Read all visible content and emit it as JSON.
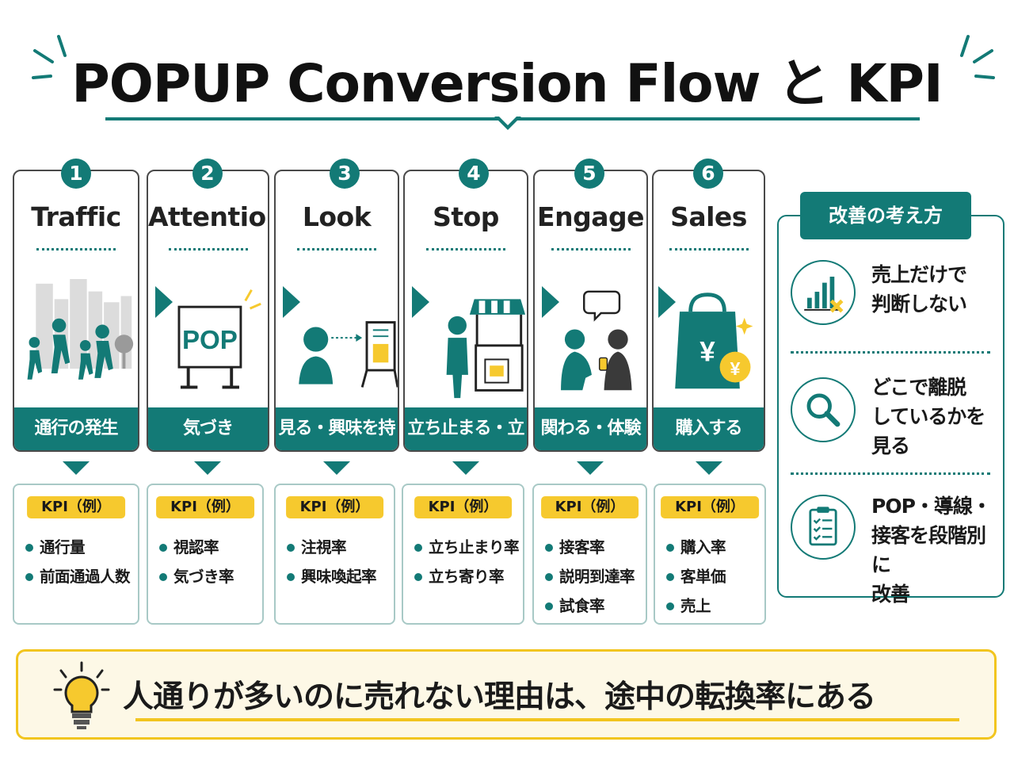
{
  "title": "POPUP Conversion Flow と KPI",
  "colors": {
    "teal": "#137a76",
    "yellow": "#f6c92e",
    "cream": "#fdf8e6"
  },
  "stages": [
    {
      "num": "1",
      "label": "Traffic",
      "band": "通行の発生",
      "icon": "pedestrians-city-icon"
    },
    {
      "num": "2",
      "label": "Attention",
      "band": "気づき",
      "sign": "POP",
      "icon": "pop-sign-icon"
    },
    {
      "num": "3",
      "label": "Look",
      "band": "見る・興味を持つ",
      "icon": "person-looking-icon"
    },
    {
      "num": "4",
      "label": "Stop",
      "band": "立ち止まる・立ち寄る",
      "icon": "stall-stop-icon"
    },
    {
      "num": "5",
      "label": "Engage",
      "band": "関わる・体験する",
      "icon": "staff-engage-icon"
    },
    {
      "num": "6",
      "label": "Sales",
      "band": "購入する",
      "icon": "shopping-bag-yen-icon"
    }
  ],
  "kpi_label": "KPI（例）",
  "kpis": [
    [
      "通行量",
      "前面通過人数"
    ],
    [
      "視認率",
      "気づき率"
    ],
    [
      "注視率",
      "興味喚起率"
    ],
    [
      "立ち止まり率",
      "立ち寄り率"
    ],
    [
      "接客率",
      "説明到達率",
      "試食率"
    ],
    [
      "購入率",
      "客単価",
      "売上"
    ]
  ],
  "panel": {
    "title": "改善の考え方",
    "tips": [
      {
        "text": "売上だけで\n判断しない",
        "icon": "bar-chart-x-icon"
      },
      {
        "text": "どこで離脱\nしているかを\n見る",
        "icon": "magnifier-icon"
      },
      {
        "text": "POP・導線・\n接客を段階別に\n改善",
        "icon": "checklist-clipboard-icon"
      }
    ]
  },
  "bottom": {
    "message": "人通りが多いのに売れない理由は、途中の転換率にある",
    "icon": "lightbulb-icon"
  }
}
